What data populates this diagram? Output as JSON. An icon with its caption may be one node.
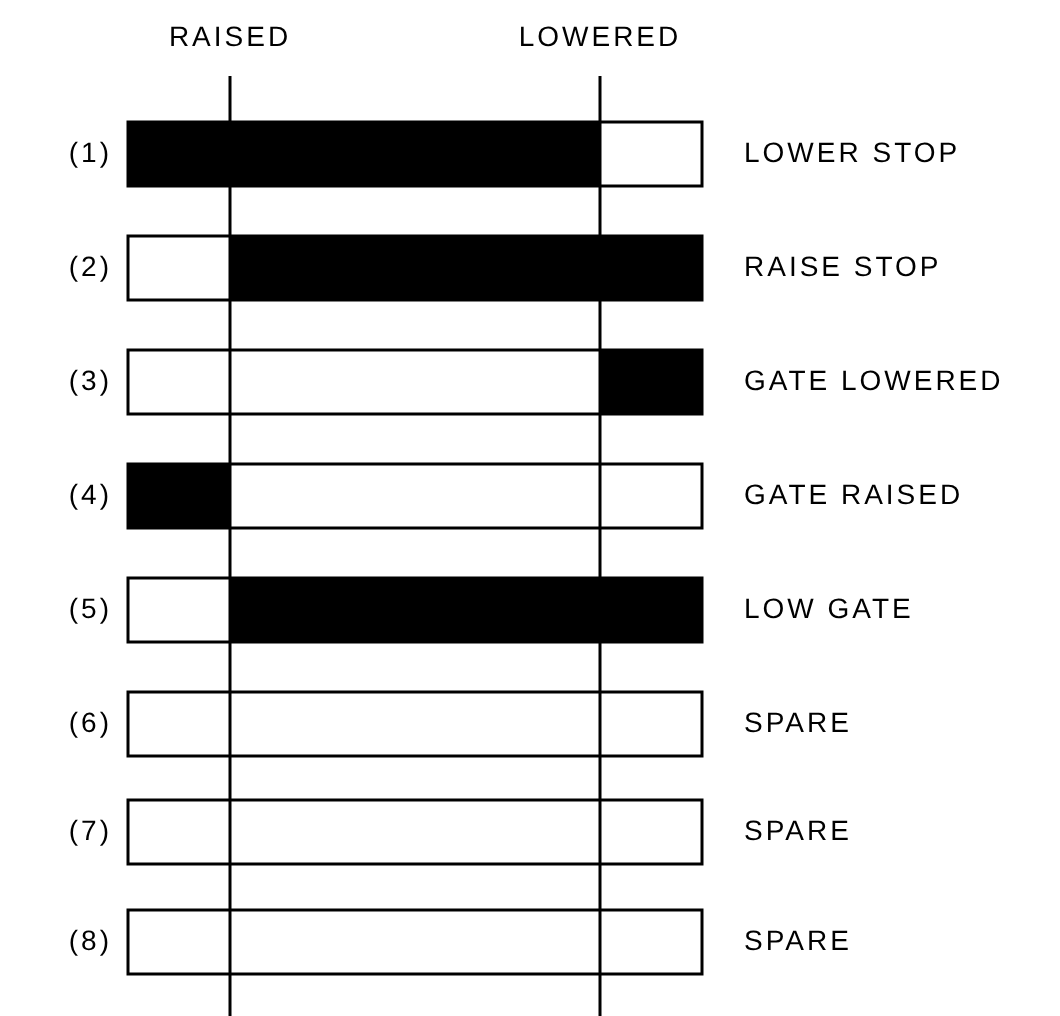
{
  "diagram": {
    "labels": [
      "RAISED",
      "LOWERED",
      "(1)",
      "LOWER STOP",
      "(2)",
      "RAISE STOP",
      "(3)",
      "GATE LOWERED",
      "(4)",
      "GATE RAISED",
      "(5)",
      "LOW GATE",
      "(6)",
      "SPARE",
      "(7)",
      "SPARE",
      "(8)",
      "SPARE"
    ]
  }
}
